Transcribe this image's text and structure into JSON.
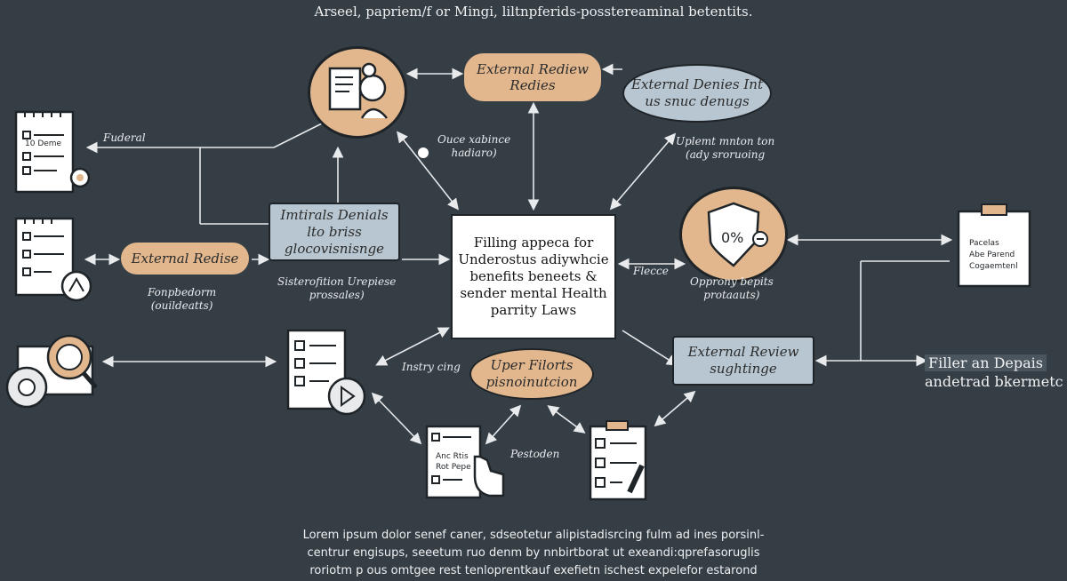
{
  "title": "Arseel, papriem/f or Mingi, liltnpferids-posstereaminal betentits.",
  "center": {
    "text": "Filling appeca for Underostus adiywhcie benefits beneets & sender mental Health parrity Laws"
  },
  "nodes": {
    "external_rediew": "External Rediew Redies",
    "external_denies": "External Denies Int us snuc denugs",
    "external_redise": "External Redise",
    "intirals_denials": "Imtirals Denials lto briss glocovisnisnge",
    "uper_filorts": "Uper Filorts pisnoinutcion",
    "external_review": "External Review sughtinge"
  },
  "labels": {
    "federal": "Fuderal",
    "ouce": "Ouce xabince\nhadiaro)",
    "uplemt": "Uplemt mnton ton\n(ady sroruoing",
    "fonpbedorm": "Fonpbedorm\n(ouildeatts)",
    "sisterofition": "Sisterofition Urepiese\nprossales)",
    "flecce": "Flecce",
    "opprony": "Opprony bepits\nprotaauts)",
    "instry": "Instry cing",
    "pestoden": "Pestoden"
  },
  "doc_texts": {
    "doc_top": "10 Deme",
    "clip_right": [
      "Pacelas",
      "Abe Parend",
      "Cogaemtenl"
    ],
    "hand_doc": [
      "Anc Rtis",
      "Rot Pepe"
    ],
    "shield": "0%"
  },
  "right_caption": [
    "Filler an Depais",
    "andetrad bkermetc"
  ],
  "footer": [
    "Lorem ipsum dolor senef caner, sdseotetur alipistadisrcing fulm ad ines porsinl-",
    "centrur engisups, seeetum ruo denm by nnbirtborat ut exeandi:qprefasoruglis",
    "roriotm p ous omtgee rest tenloprentkauf exefietn ischest expelefor estarond"
  ],
  "colors": {
    "background": "#353e45",
    "orange": "#e2b78e",
    "blue": "#b7c6d0",
    "line": "#e8eaec"
  },
  "icons": [
    "document-icon",
    "clipboard-icon",
    "gear-icon",
    "magnifier-icon",
    "person-icon",
    "shield-icon",
    "hand-icon",
    "pencil-icon",
    "compass-icon",
    "play-icon"
  ]
}
